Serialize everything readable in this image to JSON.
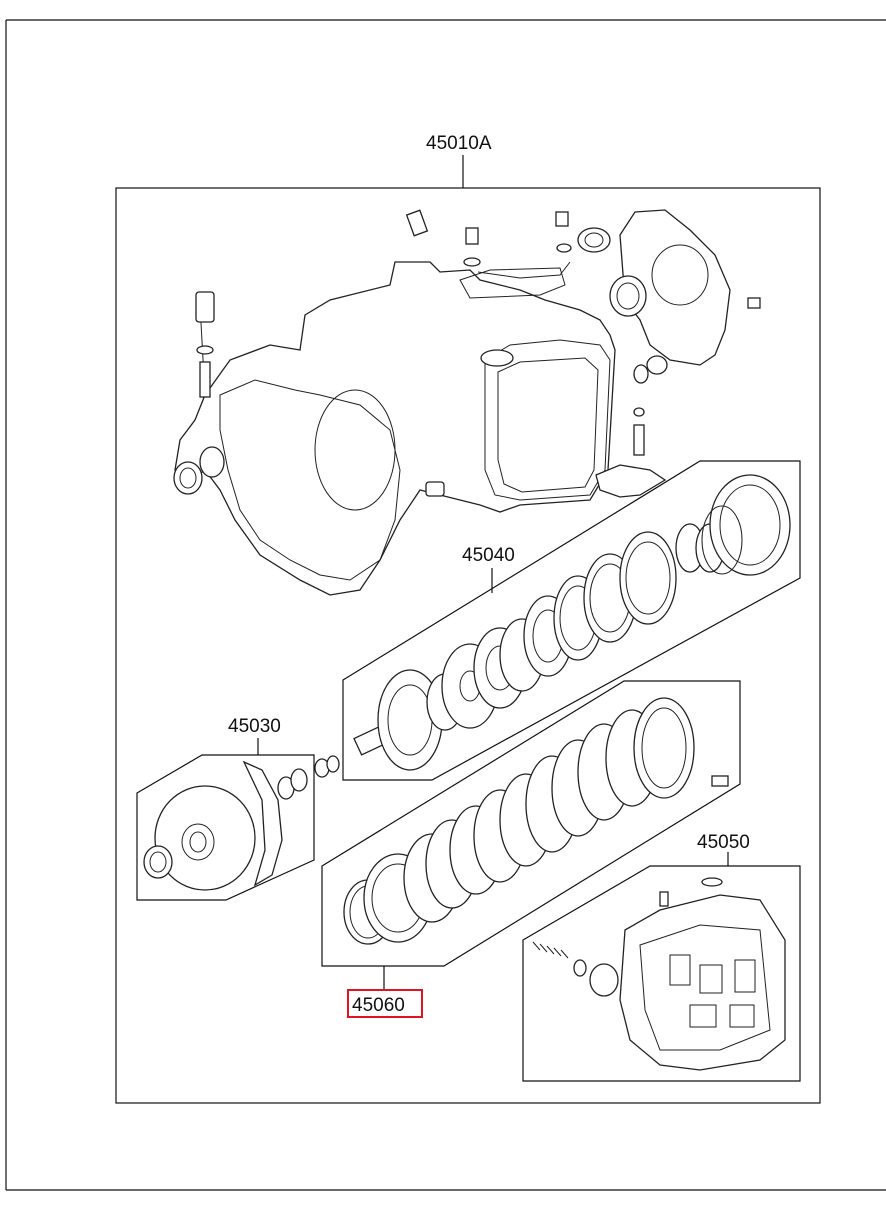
{
  "diagram": {
    "labels": {
      "assembly": "45010A",
      "kit_45040": "45040",
      "kit_45030": "45030",
      "kit_45050": "45050",
      "kit_45060": "45060"
    },
    "highlighted": "45060",
    "highlight_color": "#e0141e"
  }
}
